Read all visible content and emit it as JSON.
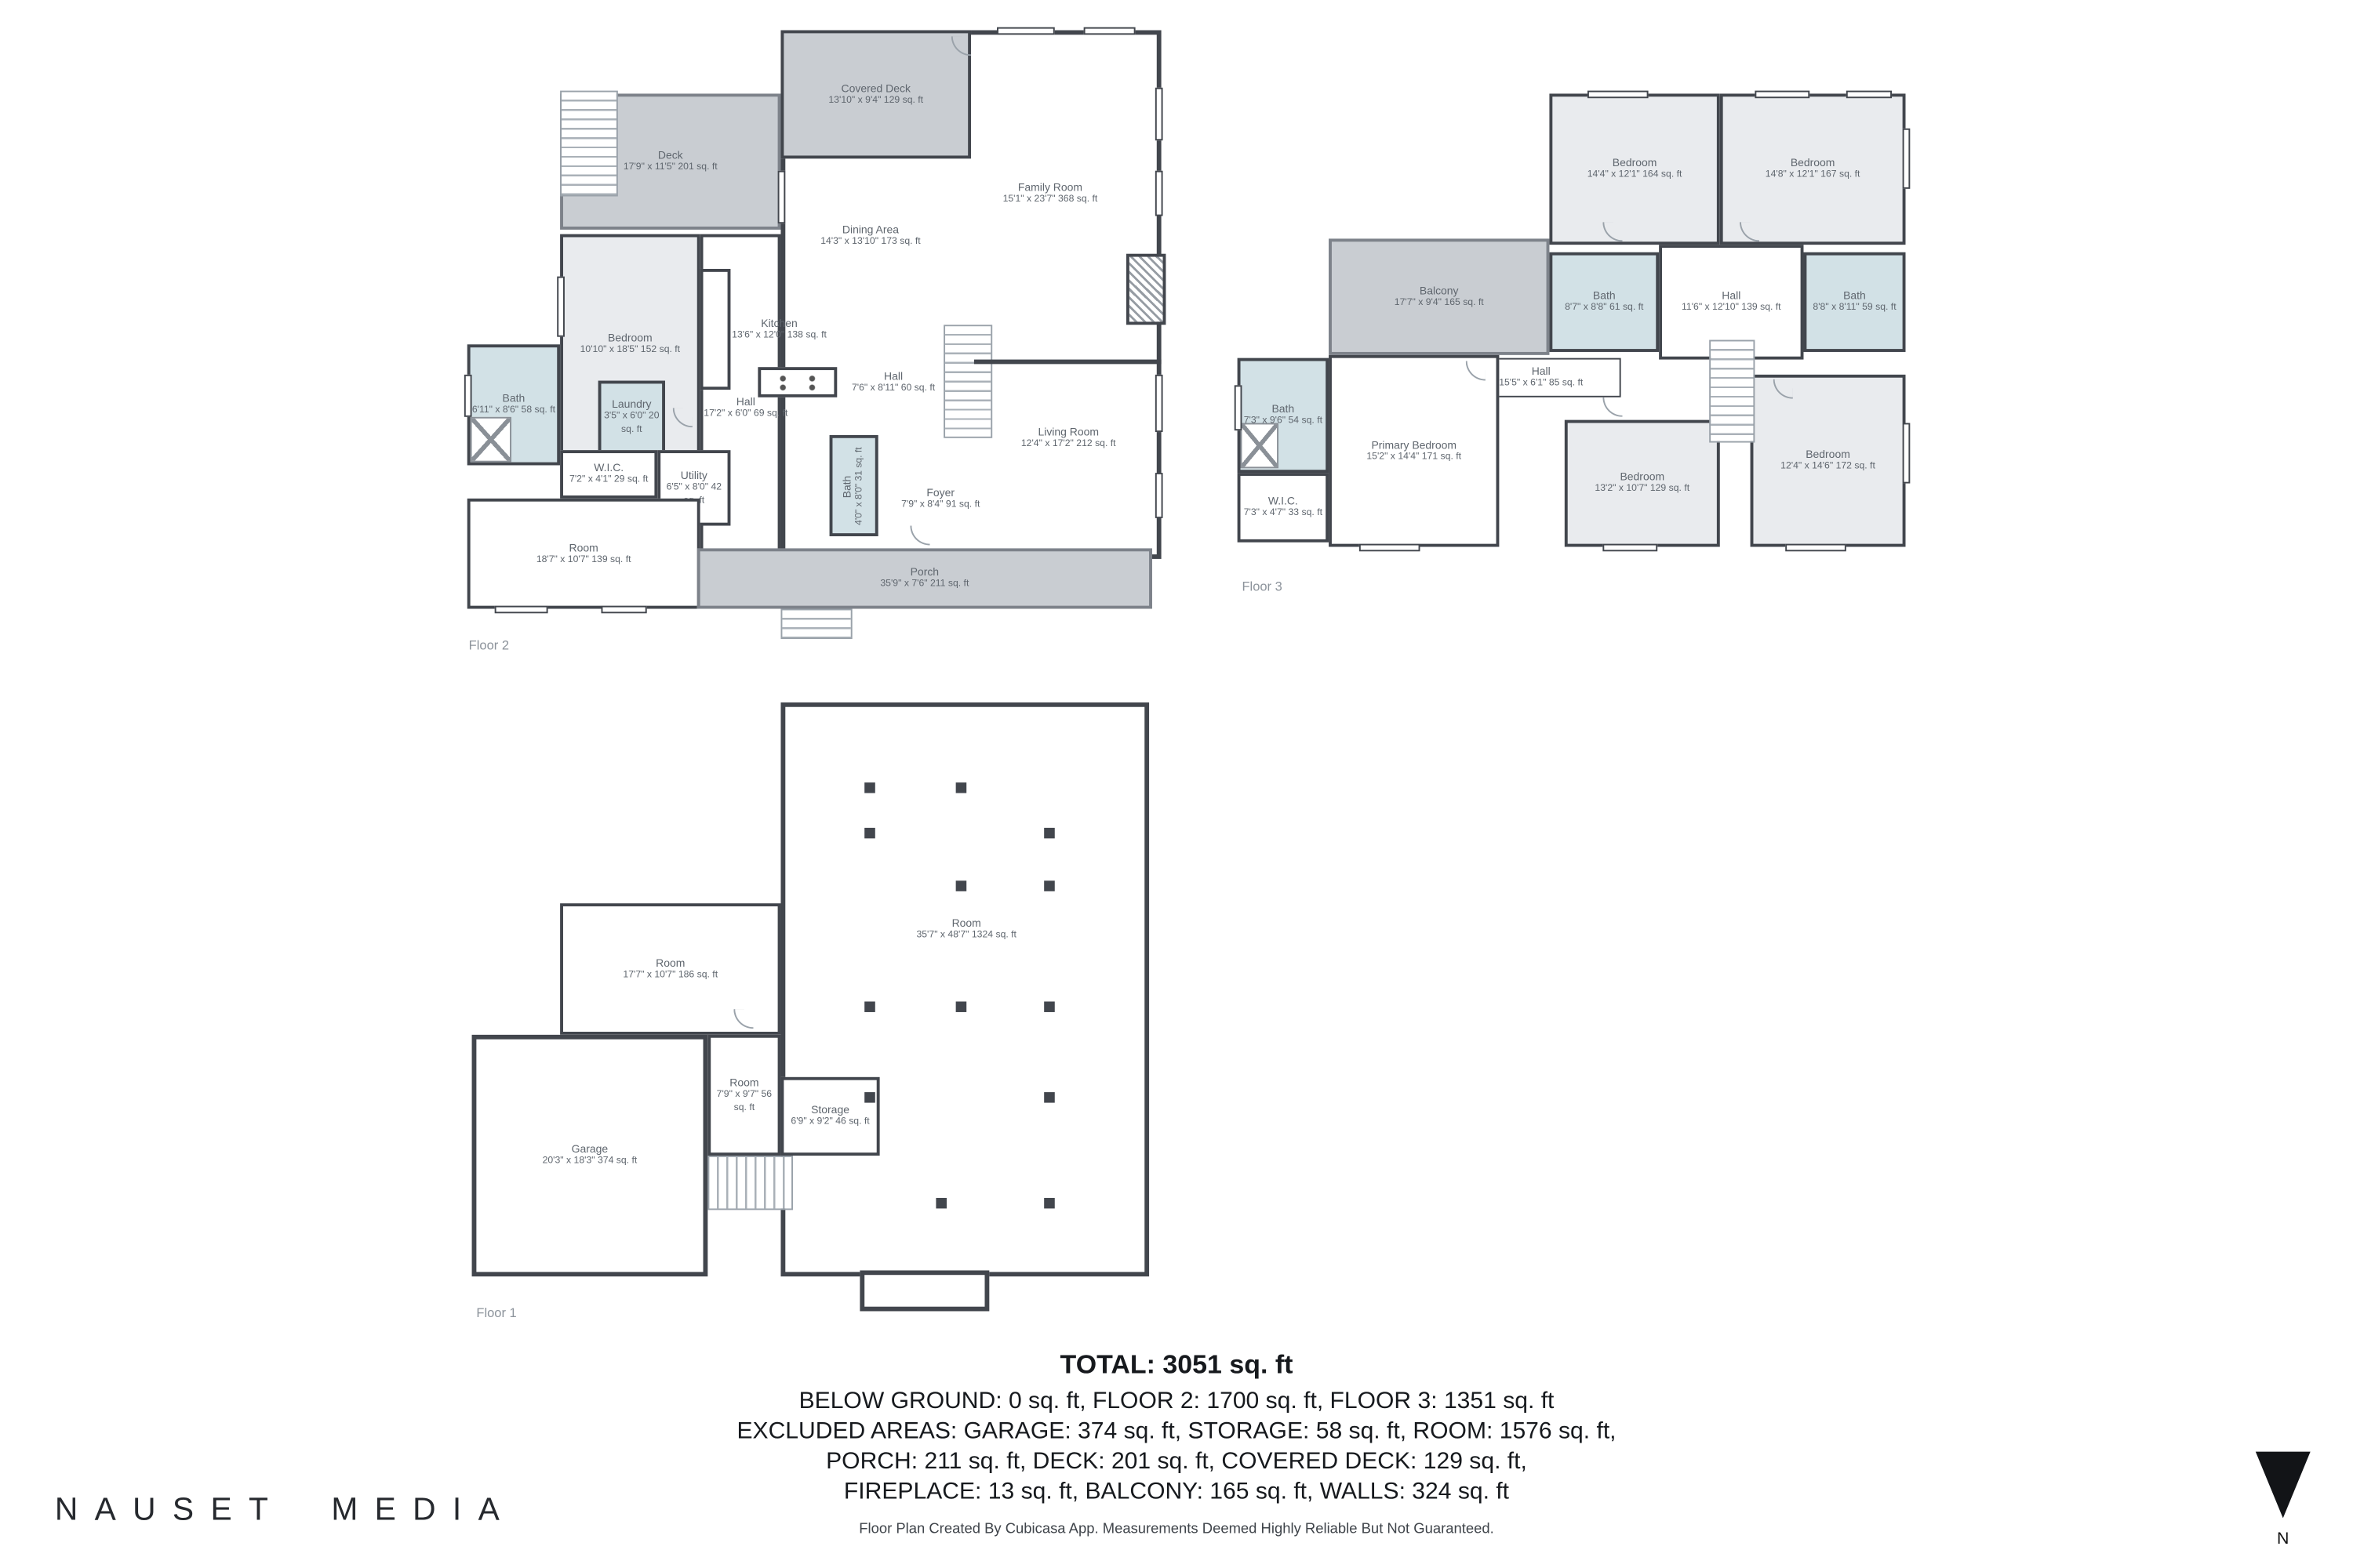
{
  "branding": {
    "name": "NAUSET MEDIA"
  },
  "compass": {
    "label": "N"
  },
  "colors": {
    "wall": "#42464d",
    "deck": "#c9cdd2",
    "room_fill": "#e9ebee",
    "bath_fill": "#d2e1e6",
    "label_text": "#5f666e"
  },
  "summary": {
    "total": "TOTAL: 3051 sq. ft",
    "lines": [
      "BELOW GROUND: 0 sq. ft, FLOOR 2: 1700 sq. ft, FLOOR 3: 1351 sq. ft",
      "EXCLUDED AREAS: GARAGE: 374 sq. ft, STORAGE: 58 sq. ft, ROOM: 1576 sq. ft,",
      "PORCH: 211 sq. ft, DECK: 201 sq. ft, COVERED DECK: 129 sq. ft,",
      "FIREPLACE: 13 sq. ft, BALCONY: 165 sq. ft, WALLS: 324 sq. ft"
    ],
    "disclaimer": "Floor Plan Created By Cubicasa App. Measurements Deemed Highly Reliable But Not Guaranteed."
  },
  "floors": [
    {
      "label": "Floor 2",
      "rooms": [
        {
          "name": "Covered Deck",
          "dims": "13'10\" x 9'4\" 129 sq. ft"
        },
        {
          "name": "Deck",
          "dims": "17'9\" x 11'5\" 201 sq. ft"
        },
        {
          "name": "Family Room",
          "dims": "15'1\" x 23'7\" 368 sq. ft"
        },
        {
          "name": "Dining Area",
          "dims": "14'3\" x 13'10\" 173 sq. ft"
        },
        {
          "name": "Kitchen",
          "dims": "13'6\" x 12'0\" 138 sq. ft"
        },
        {
          "name": "Bedroom",
          "dims": "10'10\" x 18'5\" 152 sq. ft"
        },
        {
          "name": "Bath",
          "dims": "6'11\" x 8'6\" 58 sq. ft"
        },
        {
          "name": "Laundry",
          "dims": "3'5\" x 6'0\" 20 sq. ft"
        },
        {
          "name": "Hall",
          "dims": "17'2\" x 6'0\" 69 sq. ft"
        },
        {
          "name": "Hall",
          "dims": "7'6\" x 8'11\" 60 sq. ft"
        },
        {
          "name": "W.I.C.",
          "dims": "7'2\" x 4'1\" 29 sq. ft"
        },
        {
          "name": "Utility",
          "dims": "6'5\" x 8'0\" 42 sq. ft"
        },
        {
          "name": "Living Room",
          "dims": "12'4\" x 17'2\" 212 sq. ft"
        },
        {
          "name": "Bath",
          "dims": "4'0\" x 8'0\" 31 sq. ft"
        },
        {
          "name": "Foyer",
          "dims": "7'9\" x 8'4\" 91 sq. ft"
        },
        {
          "name": "Room",
          "dims": "18'7\" x 10'7\" 139 sq. ft"
        },
        {
          "name": "Porch",
          "dims": "35'9\" x 7'6\" 211 sq. ft"
        }
      ]
    },
    {
      "label": "Floor 3",
      "rooms": [
        {
          "name": "Bedroom",
          "dims": "14'4\" x 12'1\" 164 sq. ft"
        },
        {
          "name": "Bedroom",
          "dims": "14'8\" x 12'1\" 167 sq. ft"
        },
        {
          "name": "Balcony",
          "dims": "17'7\" x 9'4\" 165 sq. ft"
        },
        {
          "name": "Bath",
          "dims": "8'7\" x 8'8\" 61 sq. ft"
        },
        {
          "name": "Hall",
          "dims": "11'6\" x 12'10\" 139 sq. ft"
        },
        {
          "name": "Bath",
          "dims": "8'8\" x 8'11\" 59 sq. ft"
        },
        {
          "name": "Bath",
          "dims": "7'3\" x 9'6\" 54 sq. ft"
        },
        {
          "name": "Hall",
          "dims": "15'5\" x 6'1\" 85 sq. ft"
        },
        {
          "name": "Primary Bedroom",
          "dims": "15'2\" x 14'4\" 171 sq. ft"
        },
        {
          "name": "W.I.C.",
          "dims": "7'3\" x 4'7\" 33 sq. ft"
        },
        {
          "name": "Bedroom",
          "dims": "13'2\" x 10'7\" 129 sq. ft"
        },
        {
          "name": "Bedroom",
          "dims": "12'4\" x 14'6\" 172 sq. ft"
        }
      ]
    },
    {
      "label": "Floor 1",
      "rooms": [
        {
          "name": "Room",
          "dims": "35'7\" x 48'7\" 1324 sq. ft"
        },
        {
          "name": "Room",
          "dims": "17'7\" x 10'7\" 186 sq. ft"
        },
        {
          "name": "Garage",
          "dims": "20'3\" x 18'3\" 374 sq. ft"
        },
        {
          "name": "Room",
          "dims": "7'9\" x 9'7\" 56 sq. ft"
        },
        {
          "name": "Storage",
          "dims": "6'9\" x 9'2\" 46 sq. ft"
        }
      ]
    }
  ]
}
